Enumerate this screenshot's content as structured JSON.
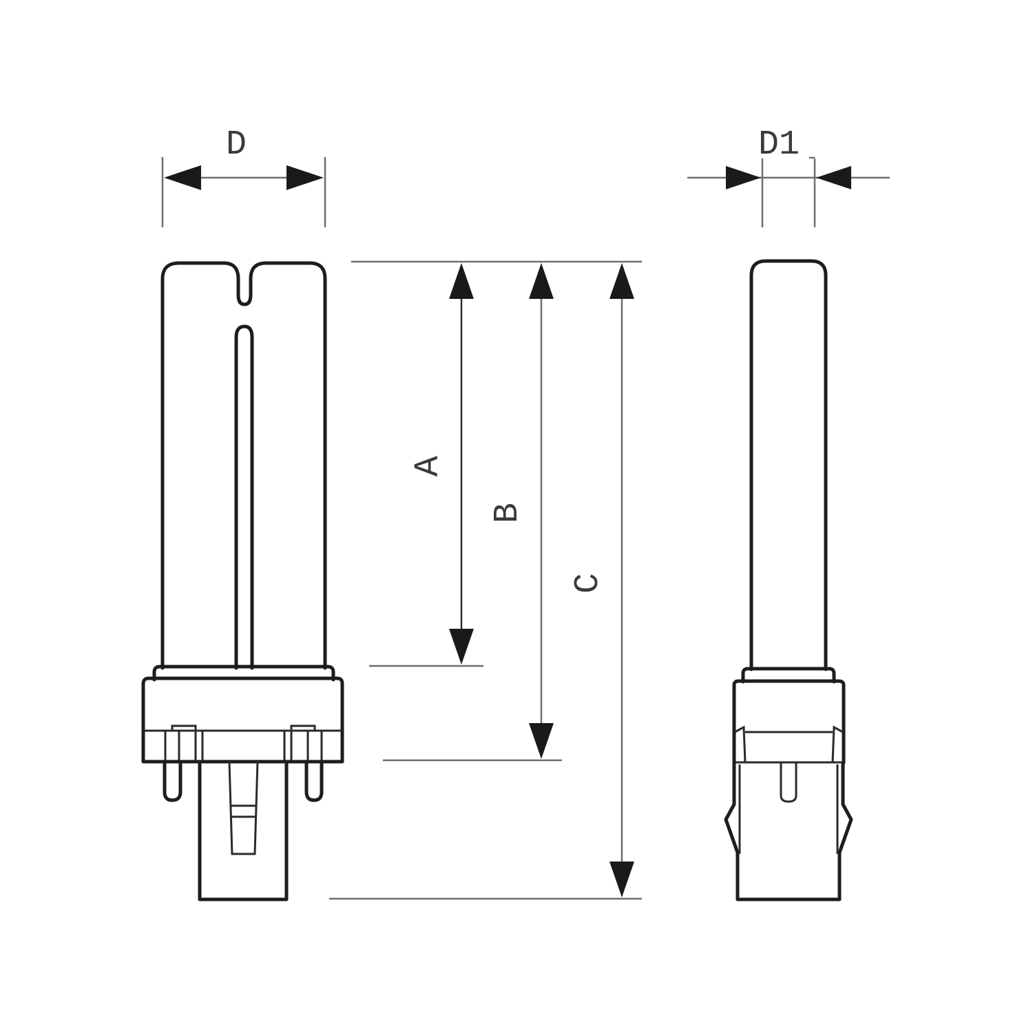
{
  "diagram": {
    "subject": "Compact fluorescent lamp (2-pin plug-in base) dimension drawing",
    "views": [
      {
        "name": "front-view",
        "description": "Lamp with twin tube and plug-in base, front"
      },
      {
        "name": "side-view",
        "description": "Lamp side profile"
      }
    ],
    "dimensions": {
      "D": {
        "label": "D",
        "meaning": "overall width (front view)"
      },
      "D1": {
        "label": "D1",
        "meaning": "tube width (side view)"
      },
      "A": {
        "label": "A",
        "meaning": "tube top to base collar"
      },
      "B": {
        "label": "B",
        "meaning": "tube top to bottom of base body"
      },
      "C": {
        "label": "C",
        "meaning": "overall length to end of plug"
      }
    },
    "colors": {
      "outline": "#1d1d1d",
      "dimension_line": "#6d6d72",
      "arrowhead": "#1a1a1a",
      "label": "#3a3a3a",
      "background": "#ffffff"
    }
  }
}
